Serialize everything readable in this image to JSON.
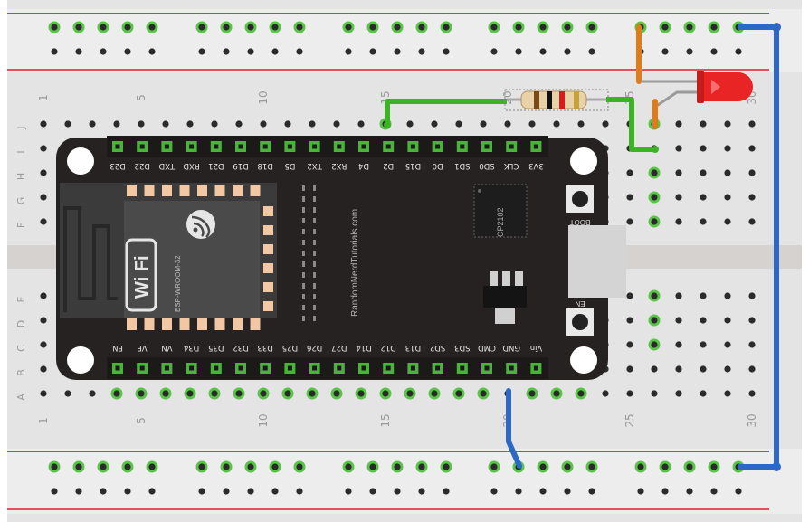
{
  "breadboard": {
    "row_labels_top": [
      "J",
      "I",
      "H",
      "G",
      "F"
    ],
    "row_labels_bottom": [
      "E",
      "D",
      "C",
      "B",
      "A"
    ],
    "column_labels": [
      "1",
      "5",
      "10",
      "15",
      "20",
      "25",
      "30"
    ],
    "colors": {
      "board": "#e3e3e3",
      "rail_red": "#d9202a",
      "rail_blue": "#1e3fae",
      "hole": "#2b2b2b",
      "hole_connected": "#59c447"
    }
  },
  "esp32": {
    "top_pins": [
      "D23",
      "D22",
      "TXD",
      "RXD",
      "D21",
      "D19",
      "D18",
      "D5",
      "TX2",
      "RX2",
      "D4",
      "D2",
      "D15",
      "D0",
      "SD1",
      "SD0",
      "CLK",
      "3V3"
    ],
    "bottom_pins": [
      "EN",
      "VP",
      "VN",
      "D34",
      "D35",
      "D32",
      "D33",
      "D25",
      "D26",
      "D27",
      "D14",
      "D12",
      "D13",
      "SD2",
      "SD3",
      "CMD",
      "GND",
      "Vin"
    ],
    "module_label": "ESP-WROOM-32",
    "wifi_text": "Wi Fi",
    "usb_chip": "CP2102",
    "brand": "RandomNerdTutorials.com",
    "boot_label": "BOOT",
    "en_label": "EN",
    "colors": {
      "pcb": "#262222",
      "pin_pad": "#4ab33a",
      "pad_copper": "#f2c7a3"
    }
  },
  "wires": {
    "green": "#3bb324",
    "orange": "#e07b16",
    "blue": "#2c68c7",
    "resistor_body": "#e8d3a8",
    "resistor_bands": [
      "#7a4a16",
      "#111111",
      "#d61c1c",
      "#c7a23b"
    ],
    "led_color": "#e82424"
  }
}
